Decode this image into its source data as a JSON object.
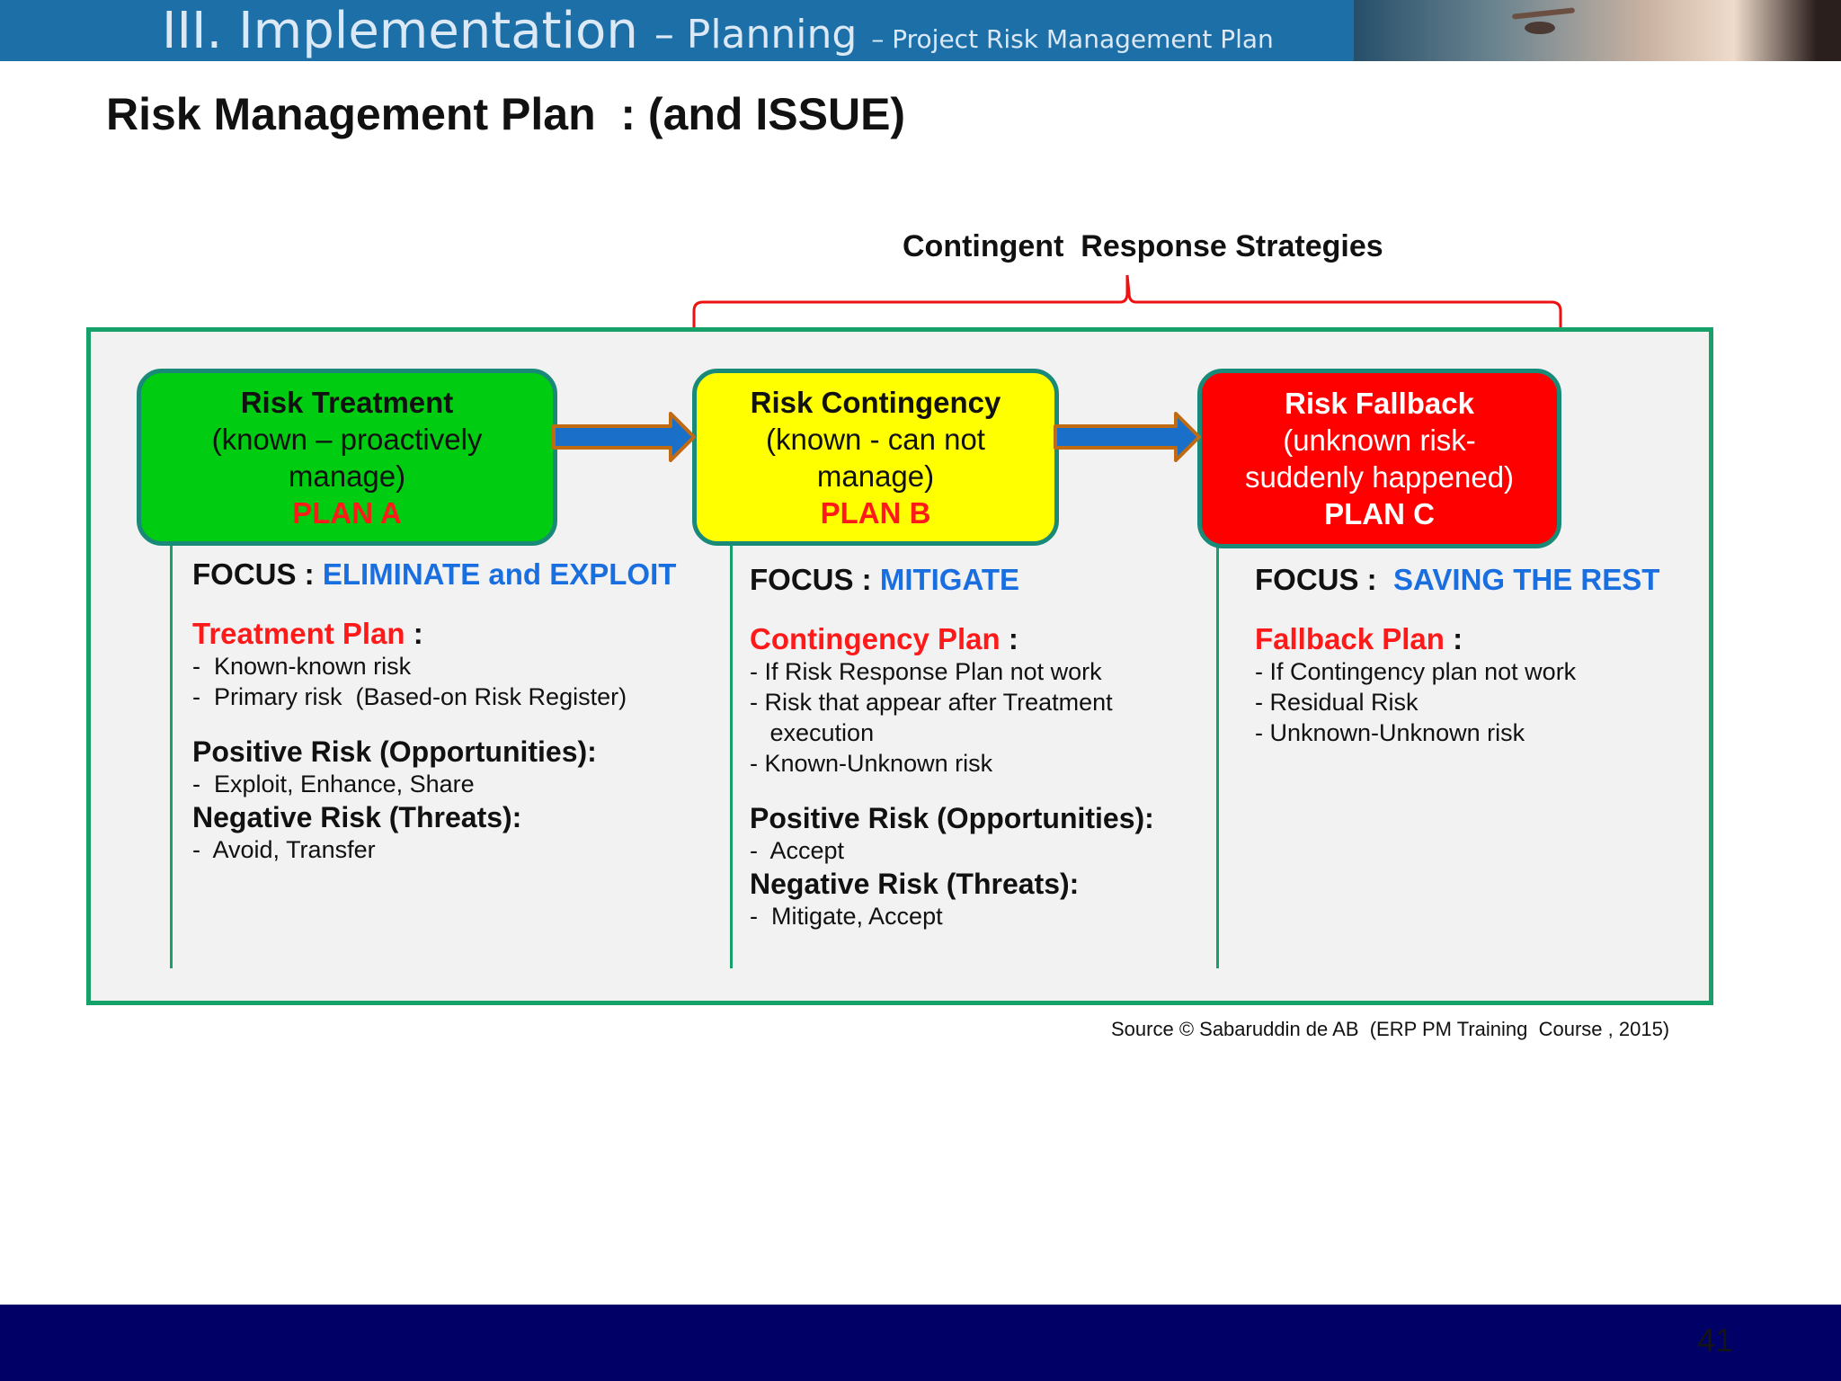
{
  "header": {
    "title_main": "III. Implementation",
    "title_mid": "– Planning",
    "title_sub": "– Project Risk Management Plan"
  },
  "slide_title": "Risk Management Plan  : (and ISSUE)",
  "strategies_label": "Contingent  Response Strategies",
  "boxes": {
    "a": {
      "heading": "Risk Treatment",
      "line1": "(known – proactively",
      "line2": "manage)",
      "plan": "PLAN  A",
      "fill": "#00cc11"
    },
    "b": {
      "heading": "Risk Contingency",
      "line1": "(known - can not",
      "line2": "manage)",
      "plan": "PLAN B",
      "fill": "#ffff00"
    },
    "c": {
      "heading": "Risk Fallback",
      "line1": "(unknown risk-",
      "line2": "suddenly happened)",
      "plan": "PLAN  C",
      "fill": "#ff0000"
    }
  },
  "columns": {
    "a": {
      "focus_label": "FOCUS : ",
      "focus_value": "ELIMINATE and EXPLOIT",
      "plan_title": "Treatment Plan",
      "plan_colon": " :",
      "plan_items": [
        "-  Known-known risk",
        "-  Primary risk  (Based-on Risk Register)"
      ],
      "positive_title": "Positive Risk (Opportunities):",
      "positive_items": [
        "-  Exploit, Enhance, Share"
      ],
      "negative_title": "Negative Risk (Threats):",
      "negative_items": [
        "-  Avoid, Transfer"
      ]
    },
    "b": {
      "focus_label": "FOCUS : ",
      "focus_value": "MITIGATE",
      "plan_title": "Contingency Plan",
      "plan_colon": " :",
      "plan_items": [
        "- If Risk Response Plan not work",
        "- Risk that appear after Treatment",
        "   execution",
        "- Known-Unknown risk"
      ],
      "positive_title": "Positive Risk (Opportunities):",
      "positive_items": [
        "-  Accept"
      ],
      "negative_title": "Negative Risk (Threats):",
      "negative_items": [
        "-  Mitigate, Accept"
      ]
    },
    "c": {
      "focus_label": "FOCUS :  ",
      "focus_value": "SAVING THE REST",
      "plan_title": "Fallback Plan",
      "plan_colon": " :",
      "plan_items": [
        "- If Contingency plan not work",
        "- Residual Risk",
        "- Unknown-Unknown risk"
      ]
    }
  },
  "source": "Source © Sabaruddin de AB  (ERP PM Training  Course , 2015)",
  "page_number": "41",
  "colors": {
    "header": "#1d6fa8",
    "panel_border": "#16a06a",
    "focus_blue": "#1a6fe0",
    "plan_red": "#ff1a1a",
    "footer": "#000066",
    "arrow": "#c06a12"
  }
}
